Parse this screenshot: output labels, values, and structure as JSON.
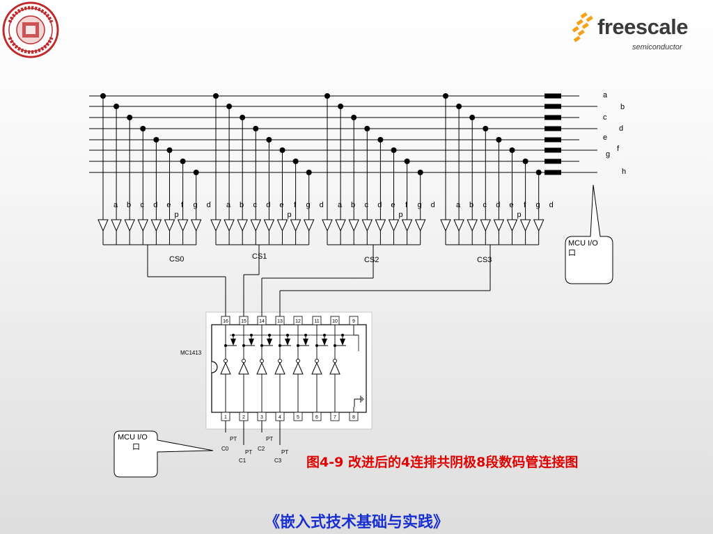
{
  "header": {
    "left_logo": {
      "icon": "university-seal-icon",
      "color": "#c0282a"
    },
    "right_logo": {
      "word": "freescale",
      "sub": "semiconductor",
      "icon": "freescale-logo-icon",
      "accent": "#f5a21a"
    }
  },
  "diagram": {
    "segment_labels": [
      "a",
      "b",
      "c",
      "d",
      "e",
      "f",
      "g",
      "h"
    ],
    "digit_pin_labels": [
      "a",
      "b",
      "c",
      "d",
      "e",
      "f",
      "g",
      "d",
      "p"
    ],
    "chip_selects": [
      "CS0",
      "CS1",
      "CS2",
      "CS3"
    ],
    "chip_label": "MC1413",
    "top_pins": [
      "16",
      "15",
      "14",
      "13",
      "12",
      "11",
      "10",
      "9"
    ],
    "bottom_pins": [
      "1",
      "2",
      "3",
      "4",
      "5",
      "6",
      "7",
      "8"
    ],
    "mcu_callout_top": "MCU   I/O\n口",
    "mcu_callout_bottom": "MCU I/O\n口",
    "control_labels": [
      {
        "pt": "PT",
        "name": "C0"
      },
      {
        "pt": "PT",
        "name": "C1"
      },
      {
        "pt": "PT",
        "name": "C2"
      },
      {
        "pt": "PT",
        "name": "C3"
      }
    ]
  },
  "caption": "图4-9  改进后的4连排共阴极8段数码管连接图",
  "footer": "《嵌入式技术基础与实践》"
}
